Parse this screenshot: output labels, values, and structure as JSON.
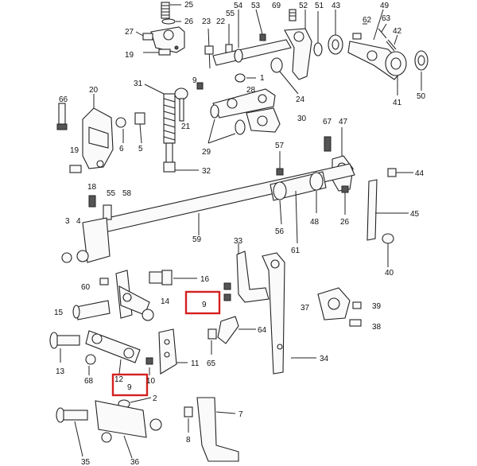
{
  "diagram": {
    "labels": {
      "l1": "1",
      "l2": "2",
      "l3": "3",
      "l4": "4",
      "l5": "5",
      "l6": "6",
      "l7": "7",
      "l8": "8",
      "l9a": "9",
      "l9b": "9",
      "l10": "10",
      "l11": "11",
      "l12": "12",
      "l13": "13",
      "l14": "14",
      "l15": "15",
      "l16": "16",
      "l18": "18",
      "l19a": "19",
      "l19b": "19",
      "l20": "20",
      "l21": "21",
      "l22": "22",
      "l23": "23",
      "l24": "24",
      "l25": "25",
      "l26a": "26",
      "l26b": "26",
      "l27": "27",
      "l28": "28",
      "l29": "29",
      "l30": "30",
      "l31": "31",
      "l32": "32",
      "l33": "33",
      "l34": "34",
      "l35": "35",
      "l36": "36",
      "l37": "37",
      "l38": "38",
      "l39": "39",
      "l40": "40",
      "l41": "41",
      "l42": "42",
      "l43": "43",
      "l44": "44",
      "l45": "45",
      "l47": "47",
      "l48": "48",
      "l49": "49",
      "l50": "50",
      "l51": "51",
      "l52": "52",
      "l53": "53",
      "l54": "54",
      "l55a": "55",
      "l55b": "55",
      "l56": "56",
      "l57": "57",
      "l58": "58",
      "l59": "59",
      "l60": "60",
      "l61": "61",
      "l62": "62",
      "l63": "63",
      "l64": "64",
      "l65": "65",
      "l66": "66",
      "l67": "67",
      "l68": "68",
      "l69": "69"
    },
    "highlight_color": "#d42020"
  }
}
